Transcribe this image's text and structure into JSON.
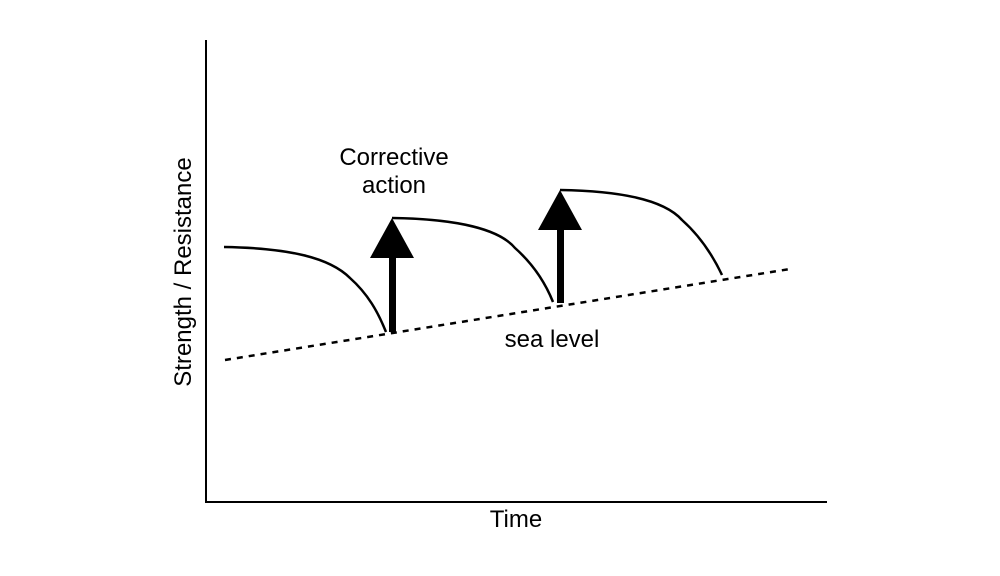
{
  "axes": {
    "x_label": "Time",
    "y_label": "Strength / Resistance"
  },
  "annotations": {
    "corrective_action_line1": "Corrective",
    "corrective_action_line2": "action",
    "sea_level": "sea level"
  },
  "colors": {
    "ink": "#000000",
    "background": "#ffffff"
  }
}
